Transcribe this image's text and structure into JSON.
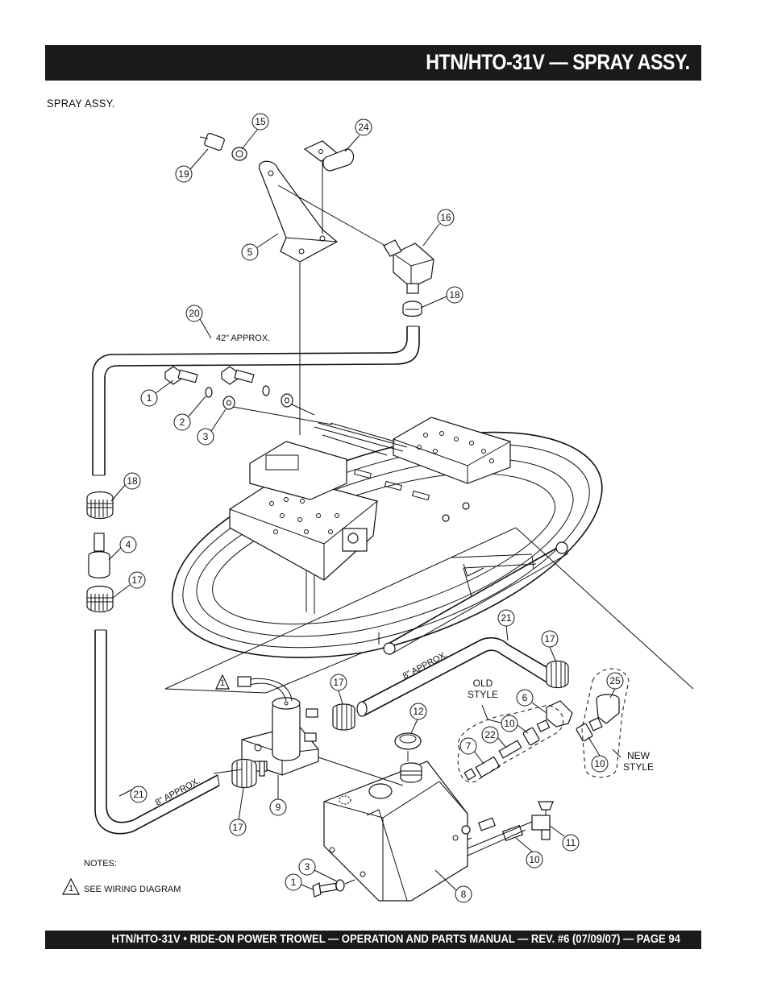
{
  "header": {
    "title": "HTN/HTO-31V — SPRAY ASSY."
  },
  "section": {
    "label": "SPRAY ASSY."
  },
  "diagram": {
    "callouts": {
      "c15": "15",
      "c24": "24",
      "c19": "19",
      "c5": "5",
      "c16": "16",
      "c18a": "18",
      "c20": "20",
      "c1a": "1",
      "c2": "2",
      "c3a": "3",
      "c18b": "18",
      "c4": "4",
      "c17a": "17",
      "c21a": "21",
      "c17b": "17",
      "c25": "25",
      "c17c": "17",
      "c6": "6",
      "c12": "12",
      "c10a": "10",
      "c22": "22",
      "c7": "7",
      "c10b": "10",
      "c21b": "21",
      "c9": "9",
      "c17d": "17",
      "c3b": "3",
      "c1b": "1",
      "c8": "8",
      "c10c": "10",
      "c11": "11"
    },
    "labels": {
      "approx42": "42” APPROX.",
      "approx8_upper": "8” APPROX.",
      "approx8_lower": "8” APPROX.",
      "old_style_1": "OLD",
      "old_style_2": "STYLE",
      "new_style_1": "NEW",
      "new_style_2": "STYLE"
    },
    "notes": {
      "heading": "NOTES:",
      "note1_number": "1",
      "note1_text": "SEE WIRING DIAGRAM"
    },
    "warning_marker": "1"
  },
  "footer": {
    "text": "HTN/HTO-31V • RIDE-ON POWER TROWEL — OPERATION AND PARTS MANUAL — REV. #6 (07/09/07) — PAGE 94"
  }
}
